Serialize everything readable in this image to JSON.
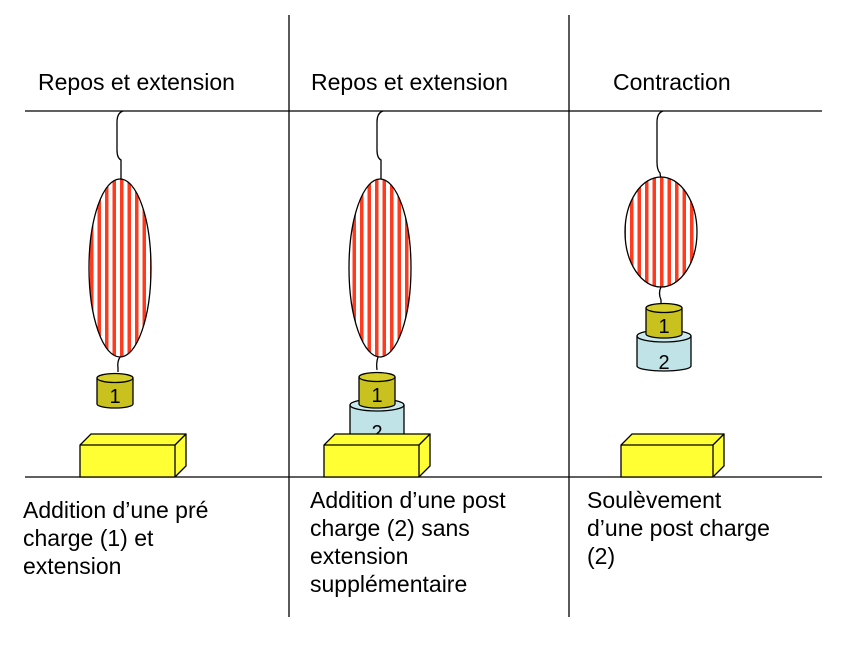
{
  "columns": [
    {
      "header": "Repos et extension",
      "caption": [
        "Addition d’une pré",
        "charge  (1) et",
        "extension"
      ],
      "weights": [
        "1"
      ]
    },
    {
      "header": "Repos et extension",
      "caption": [
        "Addition d’une post",
        "charge (2) sans",
        "extension",
        "supplémentaire"
      ],
      "weights": [
        "1",
        "2"
      ]
    },
    {
      "header": "Contraction",
      "caption": [
        "Soulèvement",
        "d’une post charge",
        "(2)"
      ],
      "weights": [
        "1",
        "2"
      ]
    }
  ],
  "colors": {
    "muscle_stripe": "#ff3b1f",
    "weight_1": "#c9c21e",
    "weight_2": "#bfe3e6",
    "platform": "#ffff33",
    "line": "#000000"
  }
}
